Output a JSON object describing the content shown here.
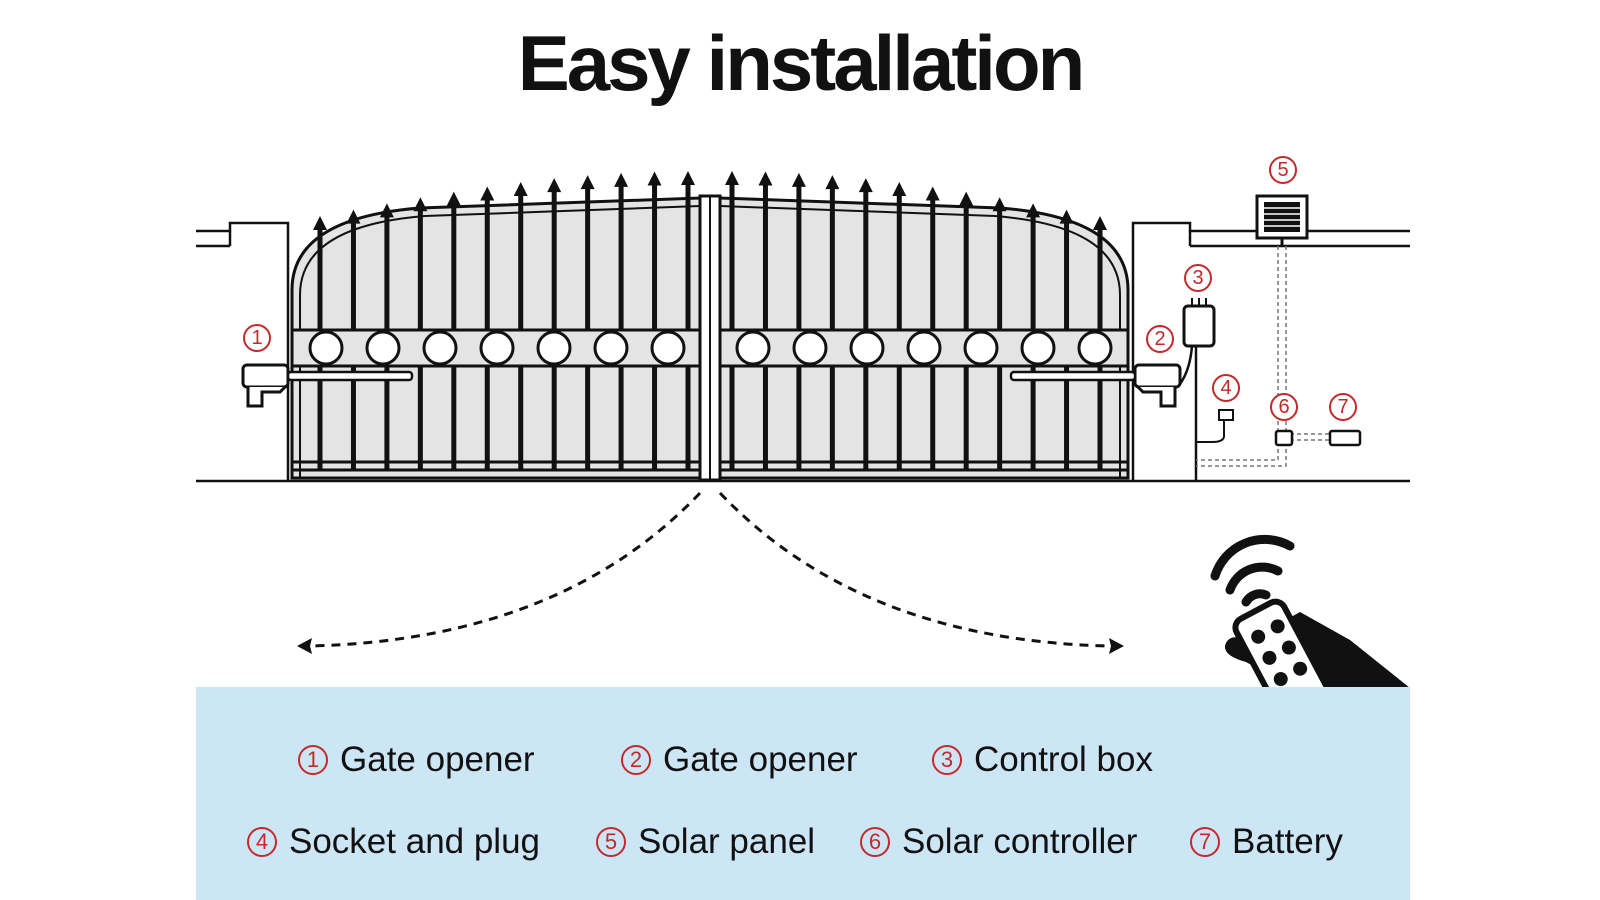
{
  "title": "Easy installation",
  "markers": [
    "1",
    "2",
    "3",
    "4",
    "5",
    "6",
    "7"
  ],
  "legend": [
    {
      "num": "1",
      "label": "Gate opener"
    },
    {
      "num": "2",
      "label": "Gate opener"
    },
    {
      "num": "3",
      "label": "Control box"
    },
    {
      "num": "4",
      "label": "Socket and plug"
    },
    {
      "num": "5",
      "label": "Solar panel"
    },
    {
      "num": "6",
      "label": "Solar controller"
    },
    {
      "num": "7",
      "label": "Battery"
    }
  ],
  "colors": {
    "accent": "#c42a2a",
    "legend_background": "#cde6f5",
    "gate_fill": "#e4e4e4",
    "line": "#111111"
  },
  "icons": [
    "gate-opener-icon",
    "control-box-icon",
    "socket-plug-icon",
    "solar-panel-icon",
    "solar-controller-icon",
    "battery-icon",
    "remote-control-hand-icon",
    "wifi-signal-icon",
    "swing-arrow-icon"
  ]
}
